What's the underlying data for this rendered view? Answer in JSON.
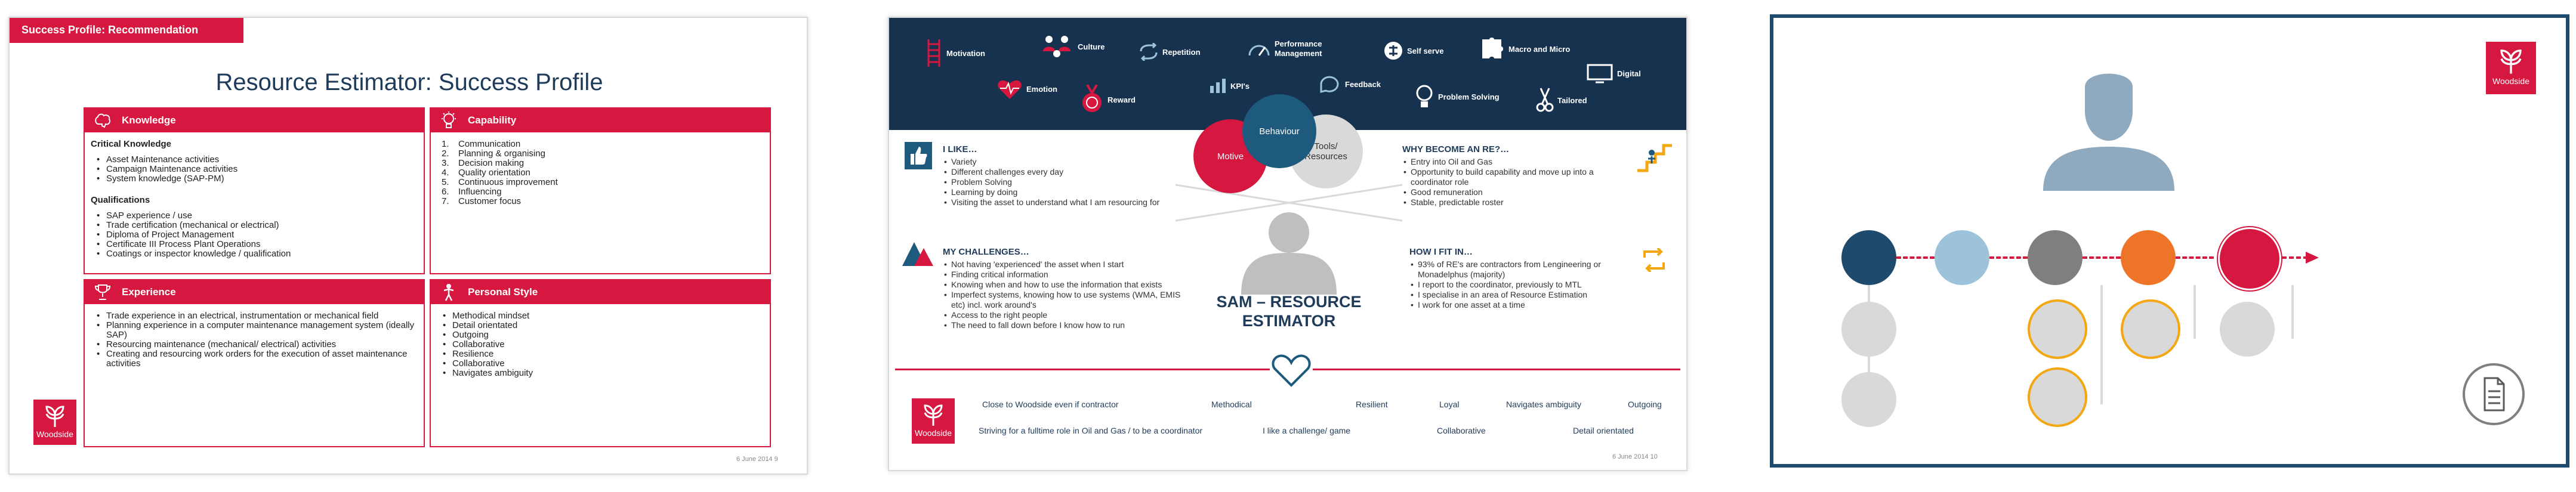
{
  "slide1": {
    "tag": "Success Profile: Recommendation",
    "title": "Resource Estimator: Success Profile",
    "knowledge": {
      "heading": "Knowledge",
      "critical_title": "Critical Knowledge",
      "critical_items": [
        "Asset Maintenance activities",
        "Campaign Maintenance activities",
        "System knowledge (SAP-PM)"
      ],
      "qual_title": "Qualifications",
      "qual_items": [
        "SAP experience / use",
        "Trade certification (mechanical or electrical)",
        "Diploma of Project Management",
        "Certificate III Process Plant Operations",
        "Coatings or inspector knowledge / qualification"
      ]
    },
    "capability": {
      "heading": "Capability",
      "items": [
        {
          "n": "1.",
          "t": "Communication"
        },
        {
          "n": "2.",
          "t": "Planning & organising"
        },
        {
          "n": "3.",
          "t": "Decision making"
        },
        {
          "n": "4.",
          "t": "Quality orientation"
        },
        {
          "n": "5.",
          "t": "Continuous improvement"
        },
        {
          "n": "6.",
          "t": "Influencing"
        },
        {
          "n": "7.",
          "t": "Customer focus"
        }
      ]
    },
    "experience": {
      "heading": "Experience",
      "items": [
        "Trade experience in an electrical, instrumentation or mechanical field",
        "Planning experience in a computer maintenance management system (ideally SAP)",
        "Resourcing maintenance (mechanical/ electrical) activities",
        "Creating and resourcing work orders for the execution of asset maintenance activities"
      ]
    },
    "personal": {
      "heading": "Personal Style",
      "items": [
        "Methodical mindset",
        "Detail orientated",
        "Outgoing",
        "Collaborative",
        "Resilience",
        "Collaborative",
        "Navigates ambiguity"
      ]
    },
    "logo_text": "Woodside",
    "footer": "6 June 2014     9"
  },
  "slide2": {
    "themes": {
      "motivation": "Motivation",
      "culture": "Culture",
      "repetition": "Repetition",
      "performance": "Performance",
      "management": "Management",
      "self_serve": "Self serve",
      "macro_micro": "Macro and Micro",
      "emotion": "Emotion",
      "reward": "Reward",
      "kpis": "KPI's",
      "feedback": "Feedback",
      "problem_solving": "Problem Solving",
      "tailored": "Tailored",
      "digital": "Digital"
    },
    "circles": {
      "motive": "Motive",
      "behaviour": "Behaviour",
      "tools": "Tools/\nResources"
    },
    "i_like": {
      "title": "I LIKE…",
      "items": [
        "Variety",
        "Different challenges every day",
        "Problem Solving",
        "Learning by doing",
        "Visiting the asset to understand what I am resourcing for"
      ]
    },
    "challenges": {
      "title": "MY CHALLENGES…",
      "items": [
        "Not having 'experienced' the asset when I start",
        "Finding critical information",
        "Knowing when and how to use the information that exists",
        "Imperfect systems, knowing how to use systems (WMA, EMIS etc) incl. work around's",
        "Access to the right people",
        "The need to fall down before I know how to run"
      ]
    },
    "why_re": {
      "title": "WHY BECOME AN RE?…",
      "items": [
        "Entry into Oil and Gas",
        "Opportunity to build capability and move up into a coordinator role",
        "Good remuneration",
        "Stable, predictable roster"
      ]
    },
    "fit_in": {
      "title": "HOW I FIT IN…",
      "items": [
        "93% of RE's are contractors from Lengineering or Monadelphus (majority)",
        "I report to the coordinator, previously to MTL",
        "I specialise in an area of Resource Estimation",
        "I work for one asset at a time"
      ]
    },
    "persona_line1": "SAM – RESOURCE",
    "persona_line2": "ESTIMATOR",
    "traits": {
      "t1": "Close to Woodside even if contractor",
      "t2": "Methodical",
      "t3": "Resilient",
      "t4": "Loyal",
      "t5": "Navigates ambiguity",
      "t6": "Outgoing",
      "t7": "Striving for a fulltime role in Oil and Gas / to be a coordinator",
      "t8": "I like a challenge/ game",
      "t9": "Collaborative",
      "t10": "Detail orientated"
    },
    "logo_text": "Woodside",
    "footer": "6 June 2014     10"
  },
  "slide3": {
    "logo_text": "Woodside",
    "node_colors": [
      "#1e4a6e",
      "#9dc3db",
      "#7f7f7f",
      "#ee7427",
      "#d6173f"
    ],
    "accent": "#d6173f"
  }
}
